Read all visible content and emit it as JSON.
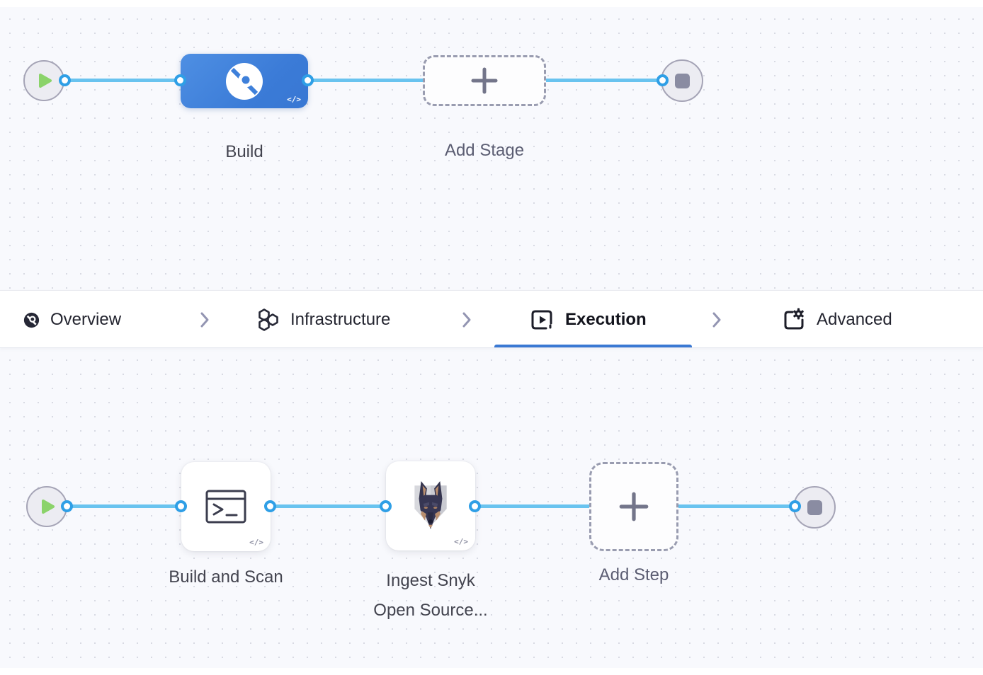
{
  "colors": {
    "canvas_background": "#f8f9fd",
    "canvas_dot": "#d8dae3",
    "stage_blue": "#3e80da",
    "edge_blue": "#69c3ef",
    "port_ring_blue": "#2f9fe6",
    "active_tab_underline": "#3a79d3",
    "play_green": "#8bd36a",
    "stop_gray": "#8a8ca2"
  },
  "stage_pipeline": {
    "start_node_icon": "play-icon",
    "stage": {
      "label": "Build",
      "icon": "ci-build-icon",
      "code_glyph": "</>"
    },
    "add_stage": {
      "label": "Add Stage",
      "icon": "plus-icon"
    },
    "end_node_icon": "stop-icon"
  },
  "tab_bar": {
    "tabs": [
      {
        "label": "Overview",
        "icon": "ci-overview-icon",
        "active": false
      },
      {
        "label": "Infrastructure",
        "icon": "hexagons-icon",
        "active": false
      },
      {
        "label": "Execution",
        "icon": "play-square-icon",
        "active": true
      },
      {
        "label": "Advanced",
        "icon": "gear-square-icon",
        "active": false
      }
    ],
    "separator_icon": "chevron-right-icon"
  },
  "execution_pipeline": {
    "start_node_icon": "play-icon",
    "steps": [
      {
        "label": "Build and Scan",
        "icon": "terminal-icon",
        "code_glyph": "</>"
      },
      {
        "label_line1": "Ingest Snyk",
        "label_line2": "Open Source...",
        "icon": "snyk-doberman-icon",
        "code_glyph": "</>"
      }
    ],
    "add_step": {
      "label": "Add Step",
      "icon": "plus-icon"
    },
    "end_node_icon": "stop-icon"
  }
}
